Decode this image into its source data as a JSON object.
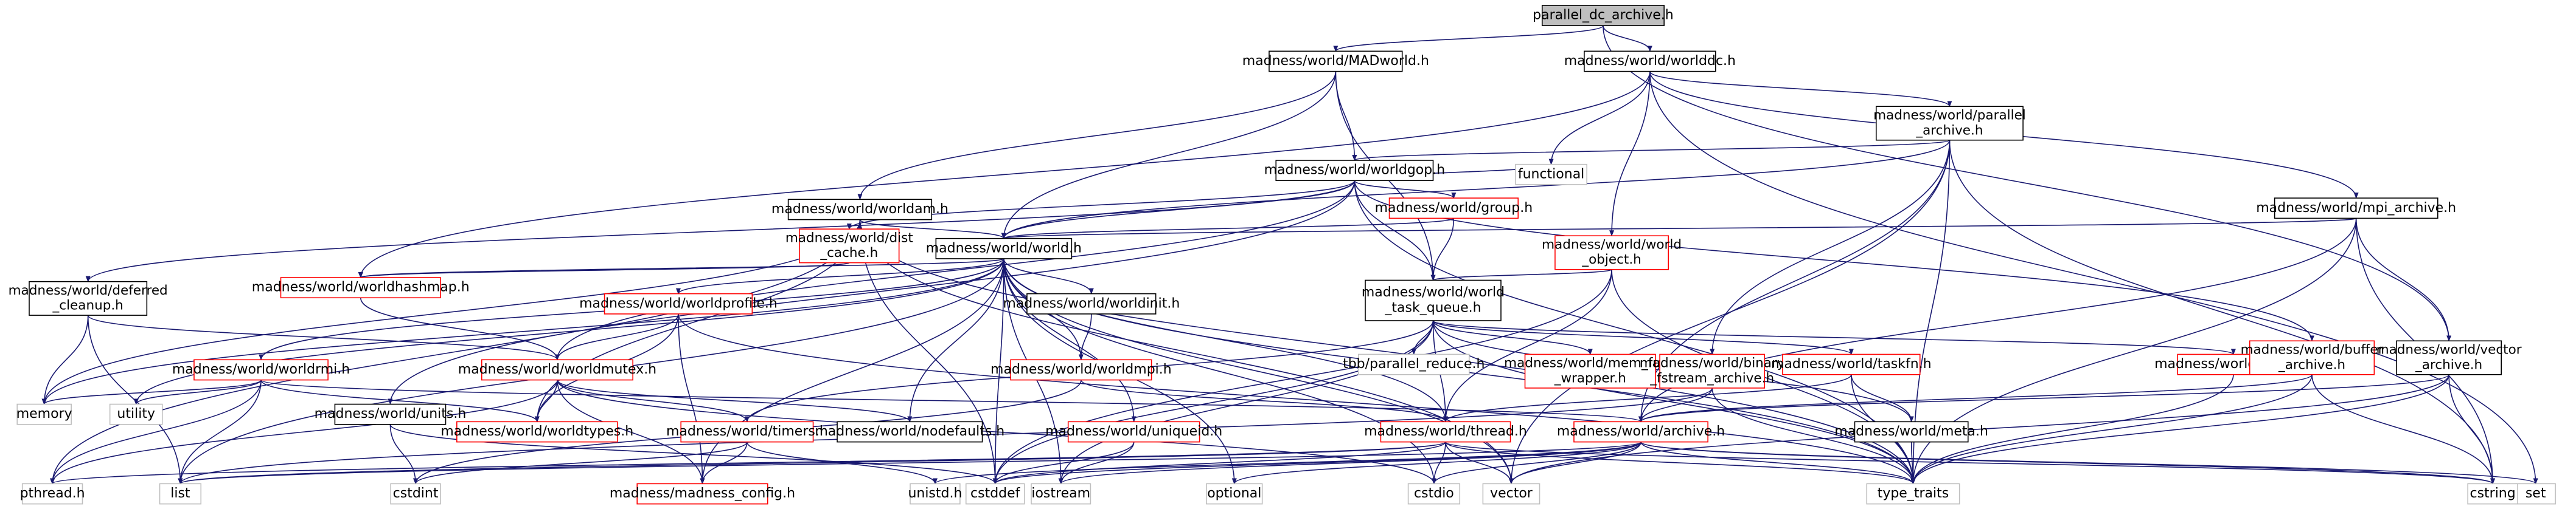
{
  "colors": {
    "edge": "#191970",
    "node_border": "#000000",
    "node_border_truncated": "#ff0000",
    "node_border_external": "#bfbfbf",
    "node_fill": "#ffffff",
    "root_fill": "#bfbfbf",
    "text": "#000000"
  },
  "nodes": [
    {
      "id": "root",
      "lines": [
        "parallel_dc_archive.h"
      ],
      "kind": "root"
    },
    {
      "id": "MADworld",
      "lines": [
        "madness/world/MADworld.h"
      ],
      "kind": "normal"
    },
    {
      "id": "worlddc",
      "lines": [
        "madness/world/worlddc.h"
      ],
      "kind": "normal"
    },
    {
      "id": "parallel_archive",
      "lines": [
        "madness/world/parallel",
        "_archive.h"
      ],
      "kind": "normal"
    },
    {
      "id": "worldgop",
      "lines": [
        "madness/world/worldgop.h"
      ],
      "kind": "normal"
    },
    {
      "id": "worldam",
      "lines": [
        "madness/world/worldam.h"
      ],
      "kind": "normal"
    },
    {
      "id": "mpi_archive",
      "lines": [
        "madness/world/mpi_archive.h"
      ],
      "kind": "normal"
    },
    {
      "id": "worldgroup",
      "lines": [
        "madness/world/group.h"
      ],
      "kind": "truncated"
    },
    {
      "id": "dist_cache",
      "lines": [
        "madness/world/dist",
        "_cache.h"
      ],
      "kind": "truncated"
    },
    {
      "id": "world",
      "lines": [
        "madness/world/world.h"
      ],
      "kind": "normal"
    },
    {
      "id": "world_object",
      "lines": [
        "madness/world/world",
        "_object.h"
      ],
      "kind": "truncated"
    },
    {
      "id": "deferred_cleanup",
      "lines": [
        "madness/world/deferred",
        "_cleanup.h"
      ],
      "kind": "normal"
    },
    {
      "id": "worldhashmap",
      "lines": [
        "madness/world/worldhashmap.h"
      ],
      "kind": "truncated"
    },
    {
      "id": "worldprofile",
      "lines": [
        "madness/world/worldprofile.h"
      ],
      "kind": "truncated"
    },
    {
      "id": "worldinit",
      "lines": [
        "madness/world/worldinit.h"
      ],
      "kind": "normal"
    },
    {
      "id": "world_task_queue",
      "lines": [
        "madness/world/world",
        "_task_queue.h"
      ],
      "kind": "normal"
    },
    {
      "id": "worldrmi",
      "lines": [
        "madness/world/worldrmi.h"
      ],
      "kind": "truncated"
    },
    {
      "id": "worldmutex",
      "lines": [
        "madness/world/worldmutex.h"
      ],
      "kind": "truncated"
    },
    {
      "id": "worldmpi",
      "lines": [
        "madness/world/worldmpi.h"
      ],
      "kind": "truncated"
    },
    {
      "id": "tbb_reduce",
      "lines": [
        "tbb/parallel_reduce.h"
      ],
      "kind": "external"
    },
    {
      "id": "mem_func",
      "lines": [
        "madness/world/mem_func",
        "_wrapper.h"
      ],
      "kind": "truncated"
    },
    {
      "id": "binary_fstream",
      "lines": [
        "madness/world/binary",
        "_fstream_archive.h"
      ],
      "kind": "truncated"
    },
    {
      "id": "taskfn",
      "lines": [
        "madness/world/taskfn.h"
      ],
      "kind": "truncated"
    },
    {
      "id": "range",
      "lines": [
        "madness/world/range.h"
      ],
      "kind": "truncated"
    },
    {
      "id": "buffer_archive",
      "lines": [
        "madness/world/buffer",
        "_archive.h"
      ],
      "kind": "truncated"
    },
    {
      "id": "vector_archive",
      "lines": [
        "madness/world/vector",
        "_archive.h"
      ],
      "kind": "normal"
    },
    {
      "id": "units",
      "lines": [
        "madness/world/units.h"
      ],
      "kind": "normal"
    },
    {
      "id": "worldtypes",
      "lines": [
        "madness/world/worldtypes.h"
      ],
      "kind": "truncated"
    },
    {
      "id": "timers",
      "lines": [
        "madness/world/timers.h"
      ],
      "kind": "truncated"
    },
    {
      "id": "nodefaults",
      "lines": [
        "madness/world/nodefaults.h"
      ],
      "kind": "normal"
    },
    {
      "id": "uniqueid",
      "lines": [
        "madness/world/uniqueid.h"
      ],
      "kind": "truncated"
    },
    {
      "id": "thread",
      "lines": [
        "madness/world/thread.h"
      ],
      "kind": "truncated"
    },
    {
      "id": "meta",
      "lines": [
        "madness/world/meta.h"
      ],
      "kind": "normal"
    },
    {
      "id": "archive",
      "lines": [
        "madness/world/archive.h"
      ],
      "kind": "truncated"
    },
    {
      "id": "madness_config",
      "lines": [
        "madness/madness_config.h"
      ],
      "kind": "truncated"
    },
    {
      "id": "functional",
      "lines": [
        "functional"
      ],
      "kind": "external"
    },
    {
      "id": "set",
      "lines": [
        "set"
      ],
      "kind": "external"
    },
    {
      "id": "cstring",
      "lines": [
        "cstring"
      ],
      "kind": "external"
    },
    {
      "id": "memory",
      "lines": [
        "memory"
      ],
      "kind": "external"
    },
    {
      "id": "utility",
      "lines": [
        "utility"
      ],
      "kind": "external"
    },
    {
      "id": "list",
      "lines": [
        "list"
      ],
      "kind": "external"
    },
    {
      "id": "pthread",
      "lines": [
        "pthread.h"
      ],
      "kind": "external"
    },
    {
      "id": "cstdint",
      "lines": [
        "cstdint"
      ],
      "kind": "external"
    },
    {
      "id": "unistd",
      "lines": [
        "unistd.h"
      ],
      "kind": "external"
    },
    {
      "id": "iostream",
      "lines": [
        "iostream"
      ],
      "kind": "external"
    },
    {
      "id": "cstddef",
      "lines": [
        "cstddef"
      ],
      "kind": "external"
    },
    {
      "id": "optional",
      "lines": [
        "optional"
      ],
      "kind": "external"
    },
    {
      "id": "cstdio",
      "lines": [
        "cstdio"
      ],
      "kind": "external"
    },
    {
      "id": "vector",
      "lines": [
        "vector"
      ],
      "kind": "external"
    },
    {
      "id": "type_traits",
      "lines": [
        "type_traits"
      ],
      "kind": "external"
    }
  ],
  "edges": [
    [
      "root",
      "MADworld"
    ],
    [
      "root",
      "worlddc"
    ],
    [
      "root",
      "vector_archive"
    ],
    [
      "MADworld",
      "worldam"
    ],
    [
      "MADworld",
      "world"
    ],
    [
      "MADworld",
      "worldgop"
    ],
    [
      "MADworld",
      "world_task_queue"
    ],
    [
      "worlddc",
      "parallel_archive"
    ],
    [
      "worlddc",
      "mpi_archive"
    ],
    [
      "worlddc",
      "world_object"
    ],
    [
      "worlddc",
      "functional"
    ],
    [
      "worlddc",
      "set"
    ],
    [
      "worlddc",
      "worldhashmap"
    ],
    [
      "parallel_archive",
      "worldgop"
    ],
    [
      "parallel_archive",
      "world"
    ],
    [
      "parallel_archive",
      "binary_fstream"
    ],
    [
      "parallel_archive",
      "archive"
    ],
    [
      "parallel_archive",
      "vector"
    ],
    [
      "parallel_archive",
      "type_traits"
    ],
    [
      "parallel_archive",
      "cstring"
    ],
    [
      "worldgop",
      "worldgroup"
    ],
    [
      "worldgop",
      "dist_cache"
    ],
    [
      "worldgop",
      "world"
    ],
    [
      "worldgop",
      "functional"
    ],
    [
      "worldgop",
      "deferred_cleanup"
    ],
    [
      "worldgop",
      "world_task_queue"
    ],
    [
      "worldgop",
      "buffer_archive"
    ],
    [
      "worldgop",
      "units"
    ],
    [
      "worldgop",
      "worldmutex"
    ],
    [
      "worldgop",
      "type_traits"
    ],
    [
      "worldam",
      "world"
    ],
    [
      "worldam",
      "worldtypes"
    ],
    [
      "worldam",
      "memory"
    ],
    [
      "worldam",
      "pthread"
    ],
    [
      "worldam",
      "cstddef"
    ],
    [
      "worldam",
      "vector"
    ],
    [
      "worldam",
      "type_traits"
    ],
    [
      "mpi_archive",
      "world"
    ],
    [
      "mpi_archive",
      "vector_archive"
    ],
    [
      "mpi_archive",
      "archive"
    ],
    [
      "mpi_archive",
      "type_traits"
    ],
    [
      "mpi_archive",
      "cstring"
    ],
    [
      "worldgroup",
      "world"
    ],
    [
      "worldgroup",
      "world_task_queue"
    ],
    [
      "dist_cache",
      "worldhashmap"
    ],
    [
      "world",
      "worldhashmap"
    ],
    [
      "world",
      "worldprofile"
    ],
    [
      "world",
      "worldinit"
    ],
    [
      "world",
      "worldmpi"
    ],
    [
      "world",
      "worldrmi"
    ],
    [
      "world",
      "nodefaults"
    ],
    [
      "world",
      "uniqueid"
    ],
    [
      "world",
      "thread"
    ],
    [
      "world",
      "madness_config"
    ],
    [
      "world",
      "iostream"
    ],
    [
      "world",
      "cstddef"
    ],
    [
      "world",
      "cstdio"
    ],
    [
      "world",
      "list"
    ],
    [
      "world",
      "utility"
    ],
    [
      "world",
      "memory"
    ],
    [
      "world",
      "optional"
    ],
    [
      "world",
      "vector"
    ],
    [
      "world",
      "type_traits"
    ],
    [
      "world_object",
      "world_task_queue"
    ],
    [
      "world_object",
      "thread"
    ],
    [
      "world_object",
      "cstddef"
    ],
    [
      "world_object",
      "type_traits"
    ],
    [
      "deferred_cleanup",
      "worldmutex"
    ],
    [
      "deferred_cleanup",
      "memory"
    ],
    [
      "deferred_cleanup",
      "list"
    ],
    [
      "worldhashmap",
      "worldmutex"
    ],
    [
      "worldprofile",
      "worldmutex"
    ],
    [
      "worldprofile",
      "worldtypes"
    ],
    [
      "worldprofile",
      "madness_config"
    ],
    [
      "worldprofile",
      "type_traits"
    ],
    [
      "worldinit",
      "worldmpi"
    ],
    [
      "world_task_queue",
      "tbb_reduce"
    ],
    [
      "world_task_queue",
      "mem_func"
    ],
    [
      "world_task_queue",
      "taskfn"
    ],
    [
      "world_task_queue",
      "range"
    ],
    [
      "world_task_queue",
      "meta"
    ],
    [
      "world_task_queue",
      "thread"
    ],
    [
      "world_task_queue",
      "timers"
    ],
    [
      "world_task_queue",
      "iostream"
    ],
    [
      "world_task_queue",
      "type_traits"
    ],
    [
      "world_task_queue",
      "cstddef"
    ],
    [
      "worldrmi",
      "worldtypes"
    ],
    [
      "worldrmi",
      "list"
    ],
    [
      "worldrmi",
      "utility"
    ],
    [
      "worldrmi",
      "pthread"
    ],
    [
      "worldrmi",
      "memory"
    ],
    [
      "worldrmi",
      "archive"
    ],
    [
      "worldmutex",
      "nodefaults"
    ],
    [
      "worldmutex",
      "timers"
    ],
    [
      "worldmutex",
      "madness_config"
    ],
    [
      "worldmutex",
      "worldtypes"
    ],
    [
      "worldmutex",
      "pthread"
    ],
    [
      "worldmutex",
      "cstdio"
    ],
    [
      "worldmpi",
      "thread"
    ],
    [
      "worldmpi",
      "cstdint"
    ],
    [
      "binary_fstream",
      "archive"
    ],
    [
      "binary_fstream",
      "type_traits"
    ],
    [
      "binary_fstream",
      "list"
    ],
    [
      "taskfn",
      "thread"
    ],
    [
      "taskfn",
      "meta"
    ],
    [
      "taskfn",
      "type_traits"
    ],
    [
      "range",
      "type_traits"
    ],
    [
      "buffer_archive",
      "archive"
    ],
    [
      "buffer_archive",
      "type_traits"
    ],
    [
      "buffer_archive",
      "cstring"
    ],
    [
      "vector_archive",
      "archive"
    ],
    [
      "vector_archive",
      "type_traits"
    ],
    [
      "vector_archive",
      "vector"
    ],
    [
      "vector_archive",
      "cstring"
    ],
    [
      "units",
      "cstdint"
    ],
    [
      "units",
      "cstddef"
    ],
    [
      "timers",
      "madness_config"
    ],
    [
      "timers",
      "unistd"
    ],
    [
      "timers",
      "cstdint"
    ],
    [
      "uniqueid",
      "cstddef"
    ],
    [
      "uniqueid",
      "iostream"
    ],
    [
      "thread",
      "pthread"
    ],
    [
      "thread",
      "cstdio"
    ],
    [
      "thread",
      "cstring"
    ],
    [
      "thread",
      "list"
    ],
    [
      "thread",
      "vector"
    ],
    [
      "thread",
      "type_traits"
    ],
    [
      "thread",
      "cstddef"
    ],
    [
      "meta",
      "type_traits"
    ],
    [
      "archive",
      "type_traits"
    ],
    [
      "archive",
      "cstddef"
    ],
    [
      "archive",
      "cstdio"
    ],
    [
      "archive",
      "vector"
    ],
    [
      "archive",
      "iostream"
    ],
    [
      "archive",
      "optional"
    ],
    [
      "archive",
      "set"
    ],
    [
      "archive",
      "list"
    ],
    [
      "archive",
      "cstring"
    ],
    [
      "archive",
      "unistd"
    ]
  ]
}
